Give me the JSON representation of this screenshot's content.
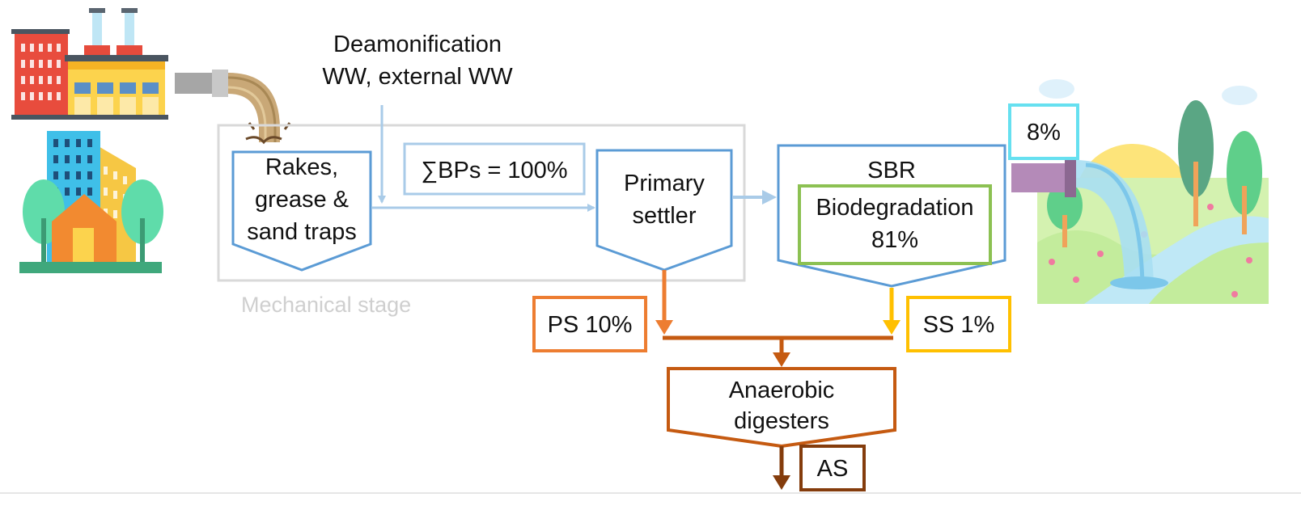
{
  "input_label": {
    "line1": "Deamonification",
    "line2": "WW, external WW"
  },
  "mechanical_stage": {
    "label": "Mechanical stage",
    "rakes": {
      "line1": "Rakes,",
      "line2": "grease &",
      "line3": "sand traps"
    },
    "sum_bps": "∑BPs = 100%",
    "primary_settler": {
      "line1": "Primary",
      "line2": "settler"
    }
  },
  "sbr": {
    "title": "SBR",
    "biodegradation": {
      "line1": "Biodegradation",
      "line2": "81%"
    }
  },
  "outlet": "8%",
  "primary_sludge": "PS 10%",
  "secondary_sludge": "SS 1%",
  "anaerobic_digesters": {
    "line1": "Anaerobic",
    "line2": "digesters"
  },
  "anaerobic_sludge": "AS",
  "colors": {
    "box_blue": "#5b9bd5",
    "flow_light_blue": "#a9cbe8",
    "mechanical_frame": "#d9d9d9",
    "bio_green": "#8cc152",
    "ps_orange": "#ed7d31",
    "ss_yellow": "#ffc000",
    "digester_brown": "#c55a11",
    "as_brown": "#843c0c",
    "outlet_cyan": "#66e0f0"
  },
  "icons": [
    "factory-icon",
    "city-buildings-icon",
    "pipe-inlet-icon",
    "river-landscape-icon",
    "pipe-outlet-icon"
  ]
}
